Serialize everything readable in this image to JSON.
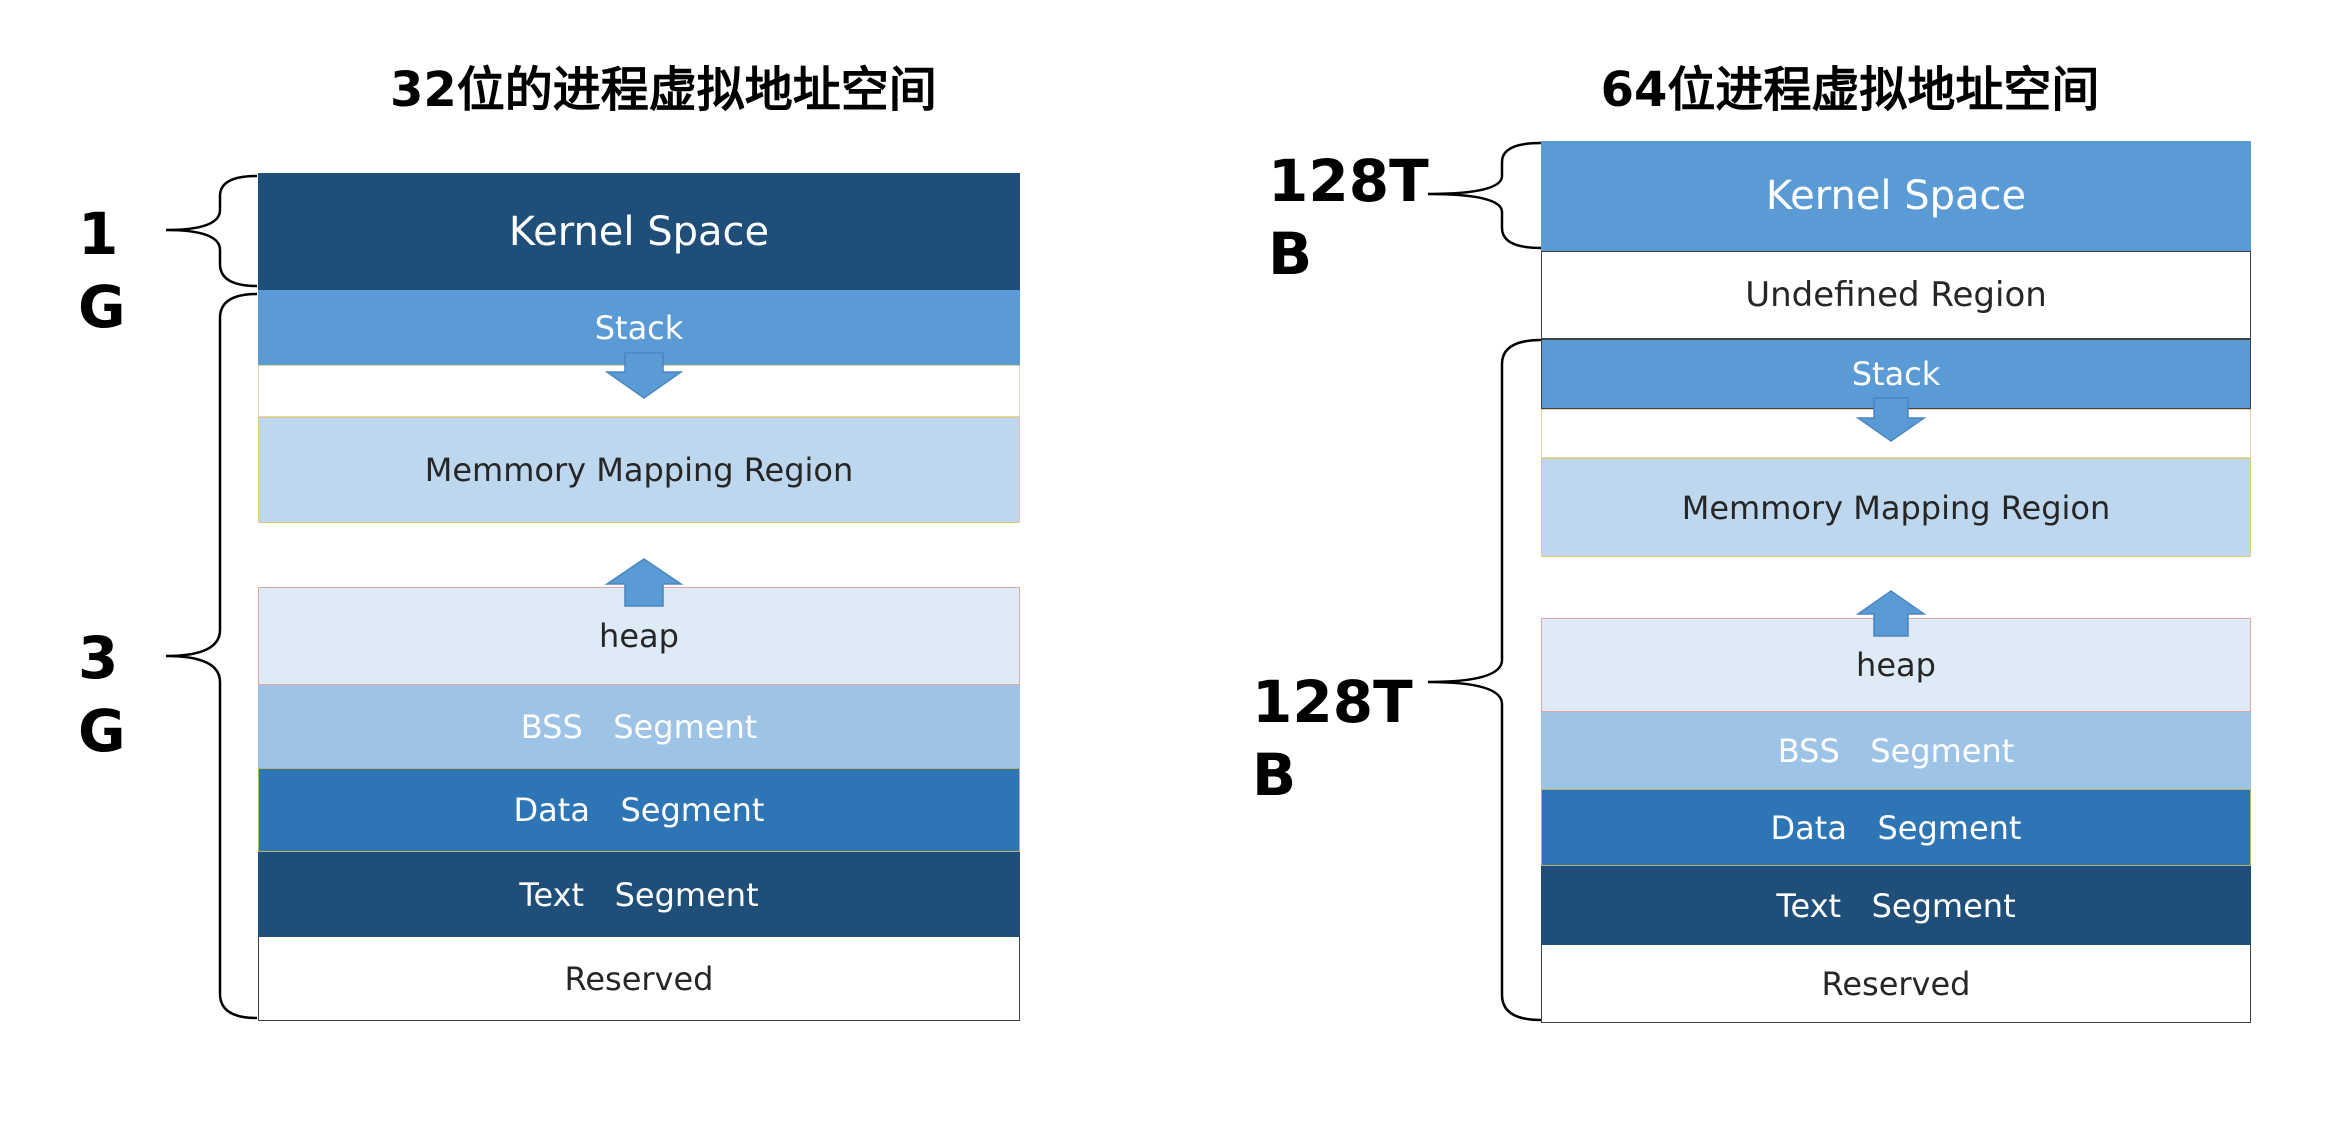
{
  "left_diagram": {
    "title": "32位的进程虚拟地址空间",
    "size_labels": [
      {
        "line1": "1",
        "line2": "G"
      },
      {
        "line1": "3",
        "line2": "G"
      }
    ],
    "segments": [
      {
        "label": "Kernel Space",
        "bg": "#1f4e79",
        "fg": "#ffffff"
      },
      {
        "label": "Stack",
        "bg": "#5b9bd5",
        "fg": "#ffffff"
      },
      {
        "label": "",
        "bg": "#ffffff",
        "fg": "#000000"
      },
      {
        "label": "Memmory Mapping Region",
        "bg": "#bdd7ee",
        "fg": "#262626"
      },
      {
        "label": "",
        "bg": "#ffffff",
        "fg": "#000000"
      },
      {
        "label": "heap",
        "bg": "#deebf7",
        "fg": "#262626"
      },
      {
        "label": "BSS   Segment",
        "bg": "#9dc3e6",
        "fg": "#ffffff"
      },
      {
        "label": "Data   Segment",
        "bg": "#2e75b6",
        "fg": "#ffffff"
      },
      {
        "label": "Text   Segment",
        "bg": "#1f4e79",
        "fg": "#ffffff"
      },
      {
        "label": "Reserved",
        "bg": "#ffffff",
        "fg": "#262626"
      }
    ]
  },
  "right_diagram": {
    "title": "64位进程虚拟地址空间",
    "size_labels": [
      {
        "line1": "128T",
        "line2": "B"
      },
      {
        "line1": "128T",
        "line2": "B"
      }
    ],
    "segments": [
      {
        "label": "Kernel Space",
        "bg": "#5b9bd5",
        "fg": "#ffffff"
      },
      {
        "label": "Undefined Region",
        "bg": "#ffffff",
        "fg": "#262626"
      },
      {
        "label": "Stack",
        "bg": "#5b9bd5",
        "fg": "#ffffff"
      },
      {
        "label": "",
        "bg": "#ffffff",
        "fg": "#000000"
      },
      {
        "label": "Memmory Mapping Region",
        "bg": "#bdd7ee",
        "fg": "#262626"
      },
      {
        "label": "",
        "bg": "#ffffff",
        "fg": "#000000"
      },
      {
        "label": "heap",
        "bg": "#deebf7",
        "fg": "#262626"
      },
      {
        "label": "BSS   Segment",
        "bg": "#9dc3e6",
        "fg": "#ffffff"
      },
      {
        "label": "Data   Segment",
        "bg": "#2e75b6",
        "fg": "#ffffff"
      },
      {
        "label": "Text   Segment",
        "bg": "#1f4e79",
        "fg": "#ffffff"
      },
      {
        "label": "Reserved",
        "bg": "#ffffff",
        "fg": "#262626"
      }
    ]
  },
  "arrow_color": "#5b9bd5"
}
